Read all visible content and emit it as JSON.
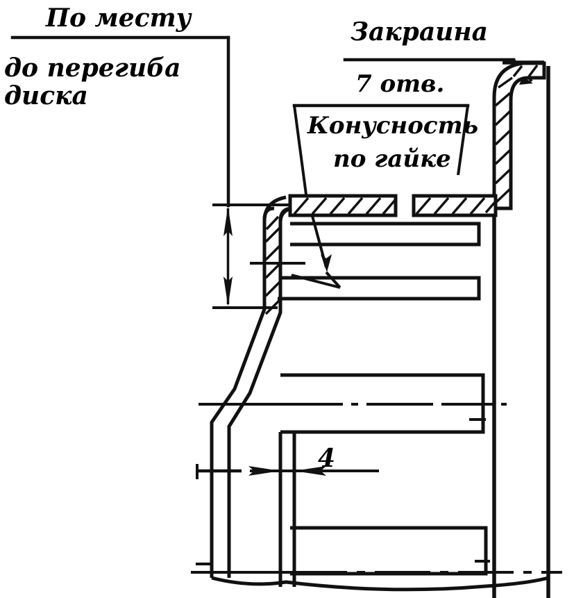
{
  "drawing": {
    "title": "Wheel rim and disc section detail",
    "language": "ru",
    "ink_color": "#111111",
    "paper_color": "#ffffff",
    "annotations": {
      "top_left_line1": "По месту",
      "top_left_line2": "до перегиба",
      "top_left_line3": "диска",
      "flange_label": "Закраина",
      "holes_label": "7 отв.",
      "taper_label_line1": "Конусность",
      "taper_label_line2": "по гайке",
      "thickness_dimension": "4"
    },
    "icons": {
      "arrow_up": "arrow-up-icon",
      "arrow_down": "arrow-down-icon",
      "arrow_left": "arrow-left-icon",
      "arrow_right": "arrow-right-icon",
      "leader_arrow": "leader-arrow-icon"
    }
  }
}
